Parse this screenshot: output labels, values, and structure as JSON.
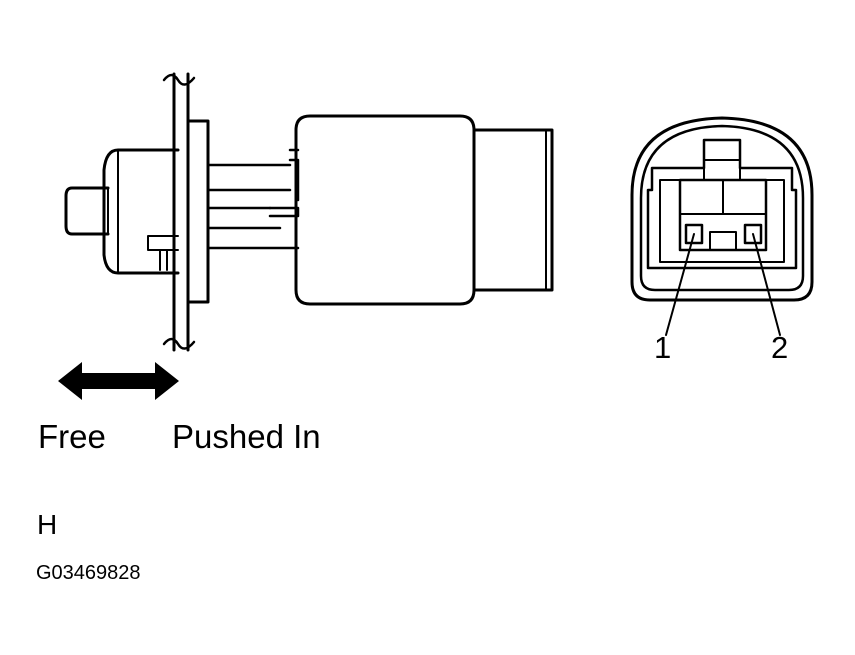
{
  "labels": {
    "free": "Free",
    "pushed_in": "Pushed In",
    "pin_1": "1",
    "pin_2": "2",
    "view_code": "H",
    "figure_id": "G03469828"
  },
  "colors": {
    "ink": "#000000",
    "paper": "#ffffff"
  },
  "icons": {
    "direction": "double-headed-arrow-icon"
  }
}
